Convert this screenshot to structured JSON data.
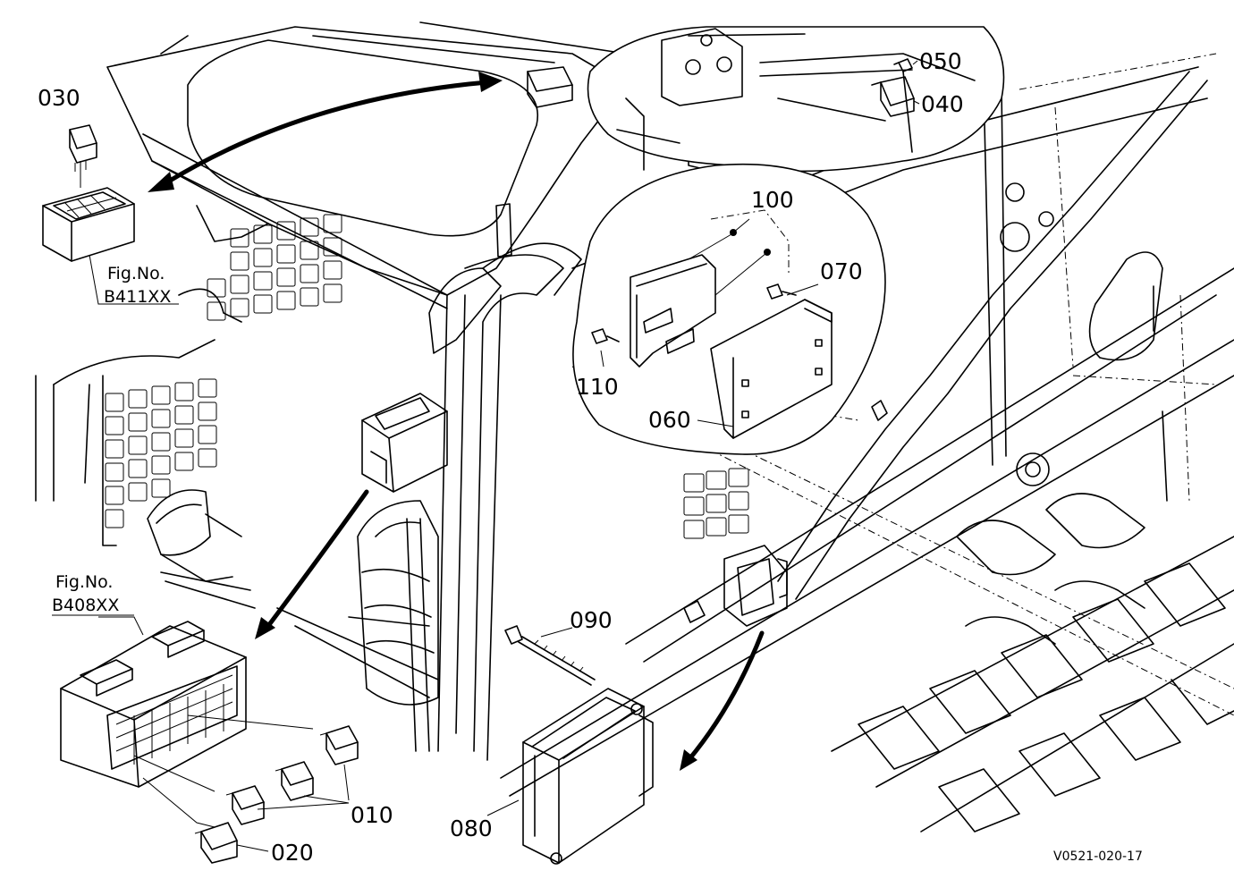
{
  "parts": {
    "p030": "030",
    "p050": "050",
    "p040": "040",
    "p100": "100",
    "p070": "070",
    "p110": "110",
    "p060": "060",
    "p090": "090",
    "p080": "080",
    "p010": "010",
    "p020": "020"
  },
  "figrefs": {
    "a_label": "Fig.No.",
    "a_number": "B411XX",
    "b_label": "Fig.No.",
    "b_number": "B408XX"
  },
  "drawing_code": "V0521-020-17"
}
